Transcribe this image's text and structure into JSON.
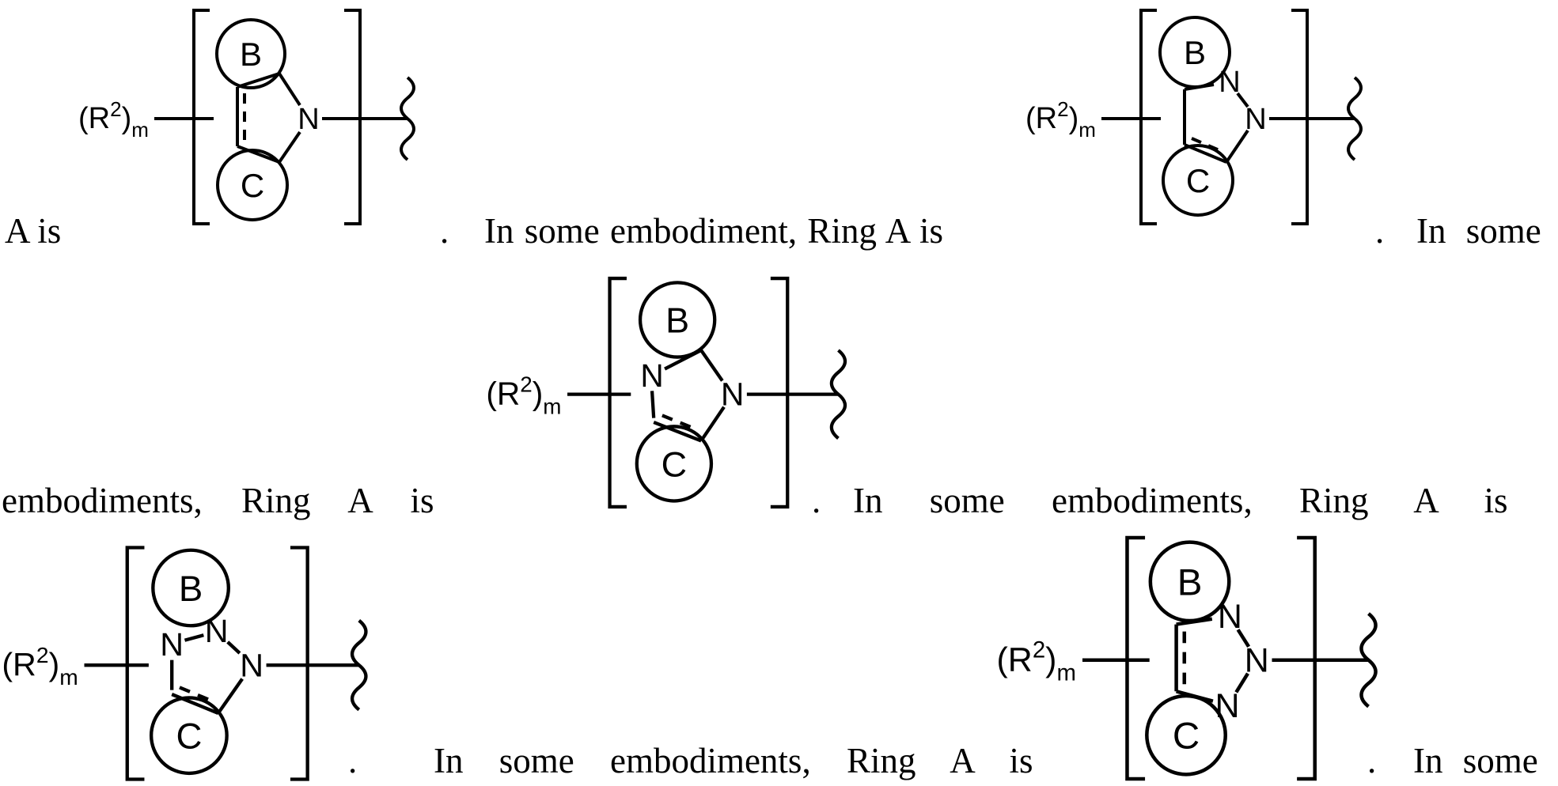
{
  "page": {
    "background": "#ffffff",
    "ink": "#000000"
  },
  "text": {
    "row1_left": "A is",
    "period": ".",
    "row1_mid": "In some embodiment, Ring A is",
    "row1_right": "In some",
    "row2_left": "embodiments, Ring A is",
    "row2_right": "In some embodiments, Ring A is",
    "row3_mid": "In some embodiments, Ring A is",
    "row3_right": "In some"
  },
  "substituent": {
    "open": "(R",
    "sup": "2",
    "close": ")",
    "sub": "m"
  },
  "structures": [
    {
      "name": "fused-pyrrolyl",
      "ring_top": "B",
      "ring_bottom": "C",
      "atoms": [
        "N"
      ]
    },
    {
      "name": "fused-pyrazolyl",
      "ring_top": "B",
      "ring_bottom": "C",
      "atoms": [
        "N",
        "N"
      ]
    },
    {
      "name": "fused-imidazolyl",
      "ring_top": "B",
      "ring_bottom": "C",
      "atoms": [
        "N",
        "N"
      ]
    },
    {
      "name": "fused-1h-triazolyl",
      "ring_top": "B",
      "ring_bottom": "C",
      "atoms": [
        "N",
        "N",
        "N"
      ]
    },
    {
      "name": "fused-2h-triazolyl",
      "ring_top": "B",
      "ring_bottom": "C",
      "atoms": [
        "N",
        "N",
        "N"
      ]
    }
  ]
}
